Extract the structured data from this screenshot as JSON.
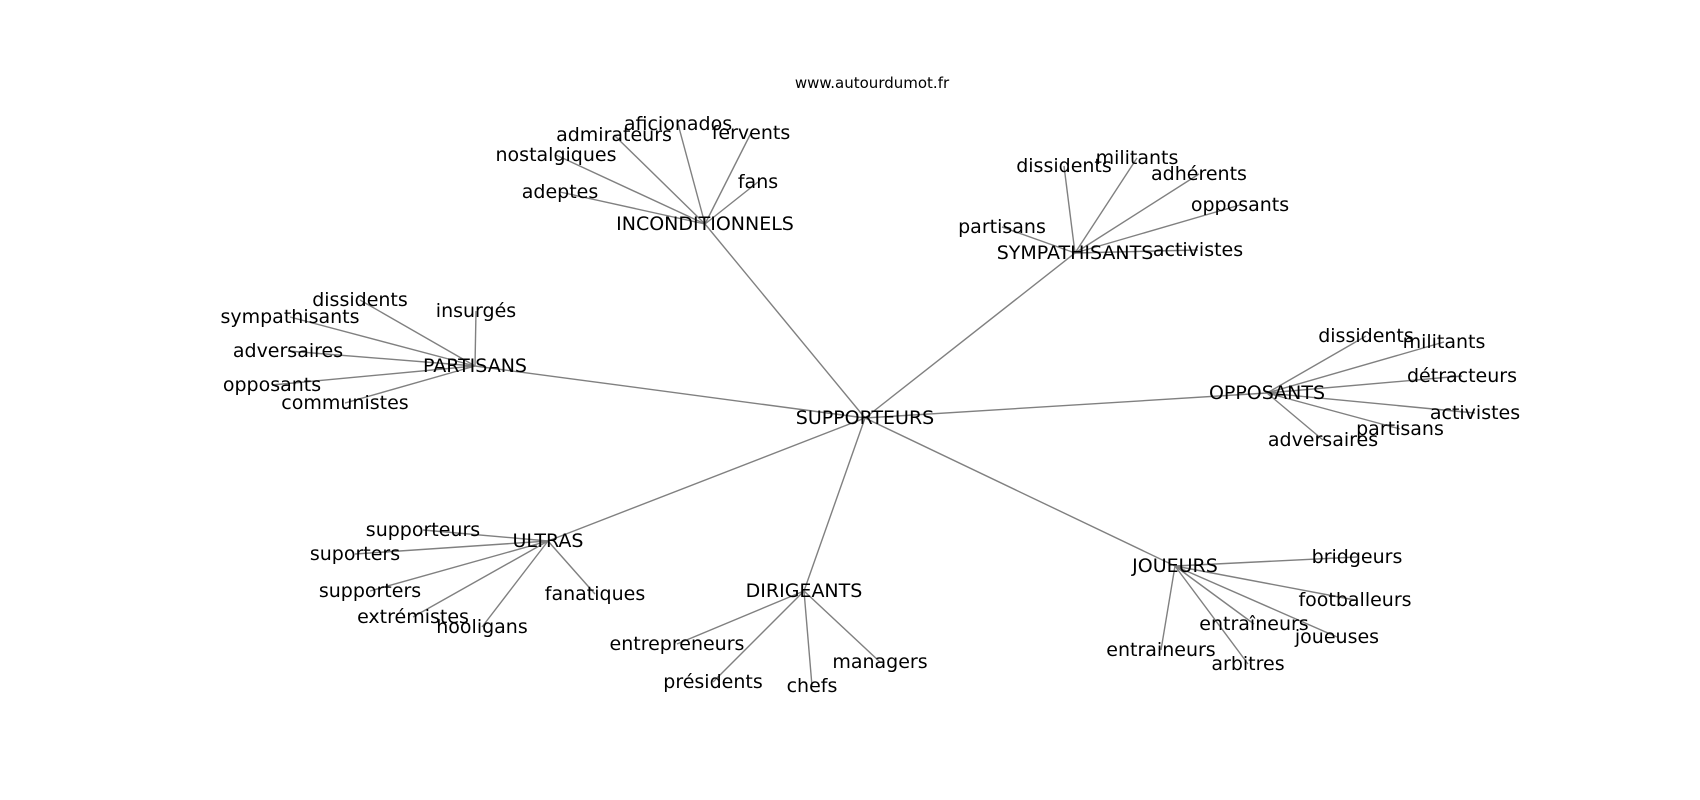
{
  "credit": "www.autourdumot.fr",
  "root": {
    "label": "SUPPORTEURS",
    "groups": [
      {
        "label": "INCONDITIONNELS",
        "children": [
          "adeptes",
          "nostalgiques",
          "admirateurs",
          "aficionados",
          "fervents",
          "fans"
        ]
      },
      {
        "label": "SYMPATHISANTS",
        "children": [
          "partisans",
          "dissidents",
          "militants",
          "adhérents",
          "opposants",
          "activistes"
        ]
      },
      {
        "label": "PARTISANS",
        "children": [
          "dissidents",
          "insurgés",
          "sympathisants",
          "adversaires",
          "opposants",
          "communistes"
        ]
      },
      {
        "label": "OPPOSANTS",
        "children": [
          "dissidents",
          "militants",
          "détracteurs",
          "activistes",
          "partisans",
          "adversaires"
        ]
      },
      {
        "label": "ULTRAS",
        "children": [
          "supporteurs",
          "suporters",
          "supporters",
          "extrémistes",
          "hooligans",
          "fanatiques"
        ]
      },
      {
        "label": "DIRIGEANTS",
        "children": [
          "entrepreneurs",
          "présidents",
          "chefs",
          "managers"
        ]
      },
      {
        "label": "JOUEURS",
        "children": [
          "bridgeurs",
          "footballeurs",
          "entraîneurs",
          "joueuses",
          "arbitres",
          "entraineurs"
        ]
      }
    ]
  }
}
